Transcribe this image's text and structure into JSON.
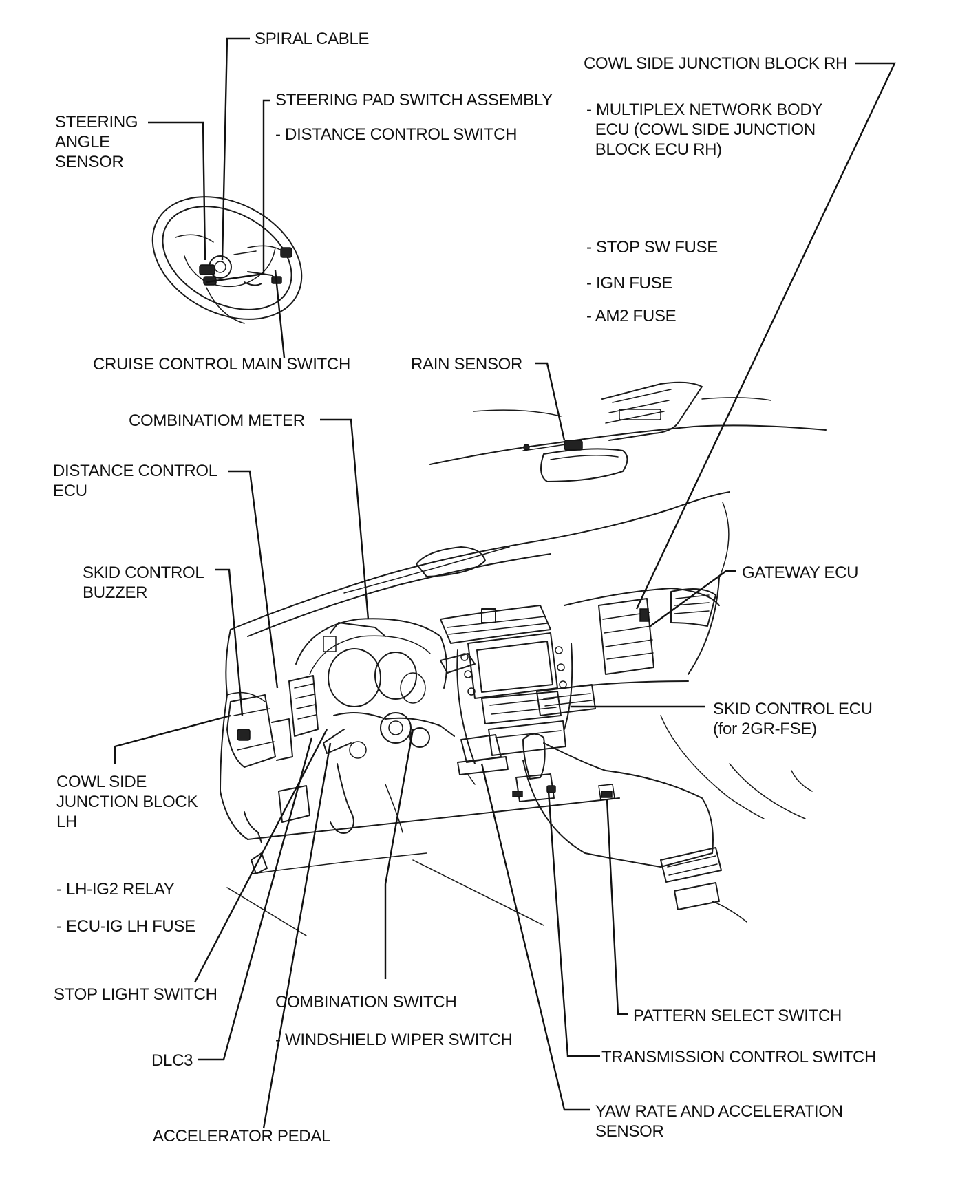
{
  "labels": {
    "spiral_cable": "SPIRAL CABLE",
    "steering_angle_sensor": "STEERING\nANGLE\nSENSOR",
    "steering_pad_switch": "STEERING PAD SWITCH ASSEMBLY",
    "distance_control_switch": "- DISTANCE CONTROL SWITCH",
    "cruise_control_main_switch": "CRUISE CONTROL MAIN SWITCH",
    "cowl_side_jb_rh": "COWL SIDE JUNCTION BLOCK RH",
    "multiplex_network_body_ecu": "- MULTIPLEX NETWORK BODY\n  ECU (COWL SIDE JUNCTION\n  BLOCK ECU RH)",
    "stop_sw_fuse": "- STOP SW FUSE",
    "ign_fuse": "- IGN FUSE",
    "am2_fuse": "- AM2 FUSE",
    "rain_sensor": "RAIN SENSOR",
    "combination_meter": "COMBINATIOM METER",
    "distance_control_ecu": "DISTANCE CONTROL\nECU",
    "skid_control_buzzer": "SKID CONTROL\nBUZZER",
    "gateway_ecu": "GATEWAY ECU",
    "skid_control_ecu": "SKID CONTROL ECU\n(for 2GR-FSE)",
    "cowl_side_jb_lh": "COWL SIDE\nJUNCTION BLOCK\nLH",
    "lh_ig2_relay": "- LH-IG2 RELAY",
    "ecu_ig_lh_fuse": "- ECU-IG LH FUSE",
    "stop_light_switch": "STOP LIGHT SWITCH",
    "combination_switch": "COMBINATION SWITCH",
    "windshield_wiper_switch": "- WINDSHIELD WIPER SWITCH",
    "pattern_select_switch": "PATTERN SELECT SWITCH",
    "dlc3": "DLC3",
    "transmission_control_switch": "TRANSMISSION CONTROL SWITCH",
    "yaw_rate_sensor": "YAW RATE AND ACCELERATION\nSENSOR",
    "accelerator_pedal": "ACCELERATOR PEDAL"
  },
  "colors": {
    "line": "#111111",
    "background": "#ffffff"
  }
}
